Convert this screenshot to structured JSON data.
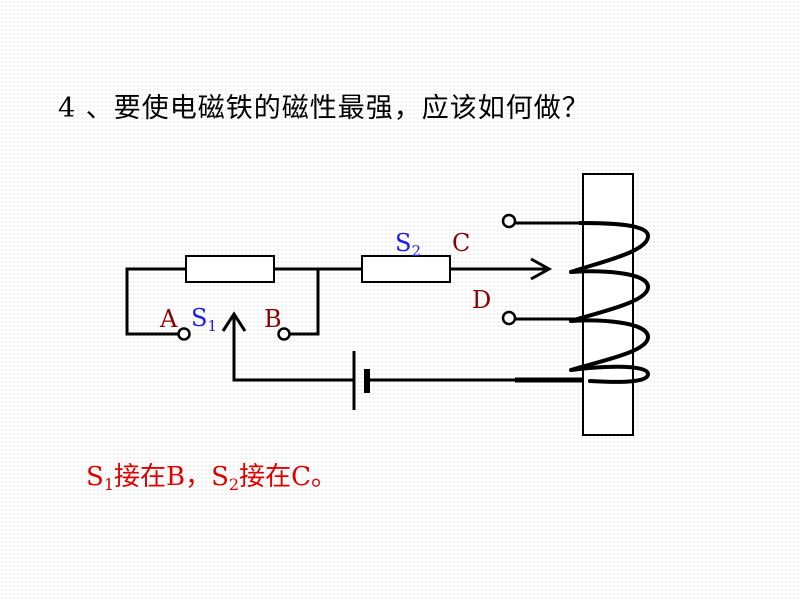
{
  "question": "4 、要使电磁铁的磁性最强，应该如何做？",
  "labels": {
    "a": "A",
    "b": "B",
    "c": "C",
    "d": "D",
    "s1": {
      "letter": "S",
      "sub": "1"
    },
    "s2": {
      "letter": "S",
      "sub": "2"
    }
  },
  "answer": {
    "s1_letter": "S",
    "s1_sub": "1",
    "part1": "接在B，",
    "s2_letter": "S",
    "s2_sub": "2",
    "part2": "接在C。"
  },
  "colors": {
    "question": "#000000",
    "answer": "#e00000",
    "switch_labels": "#1a1aff",
    "terminal_labels": "#8b0000",
    "wire": "#000000"
  }
}
